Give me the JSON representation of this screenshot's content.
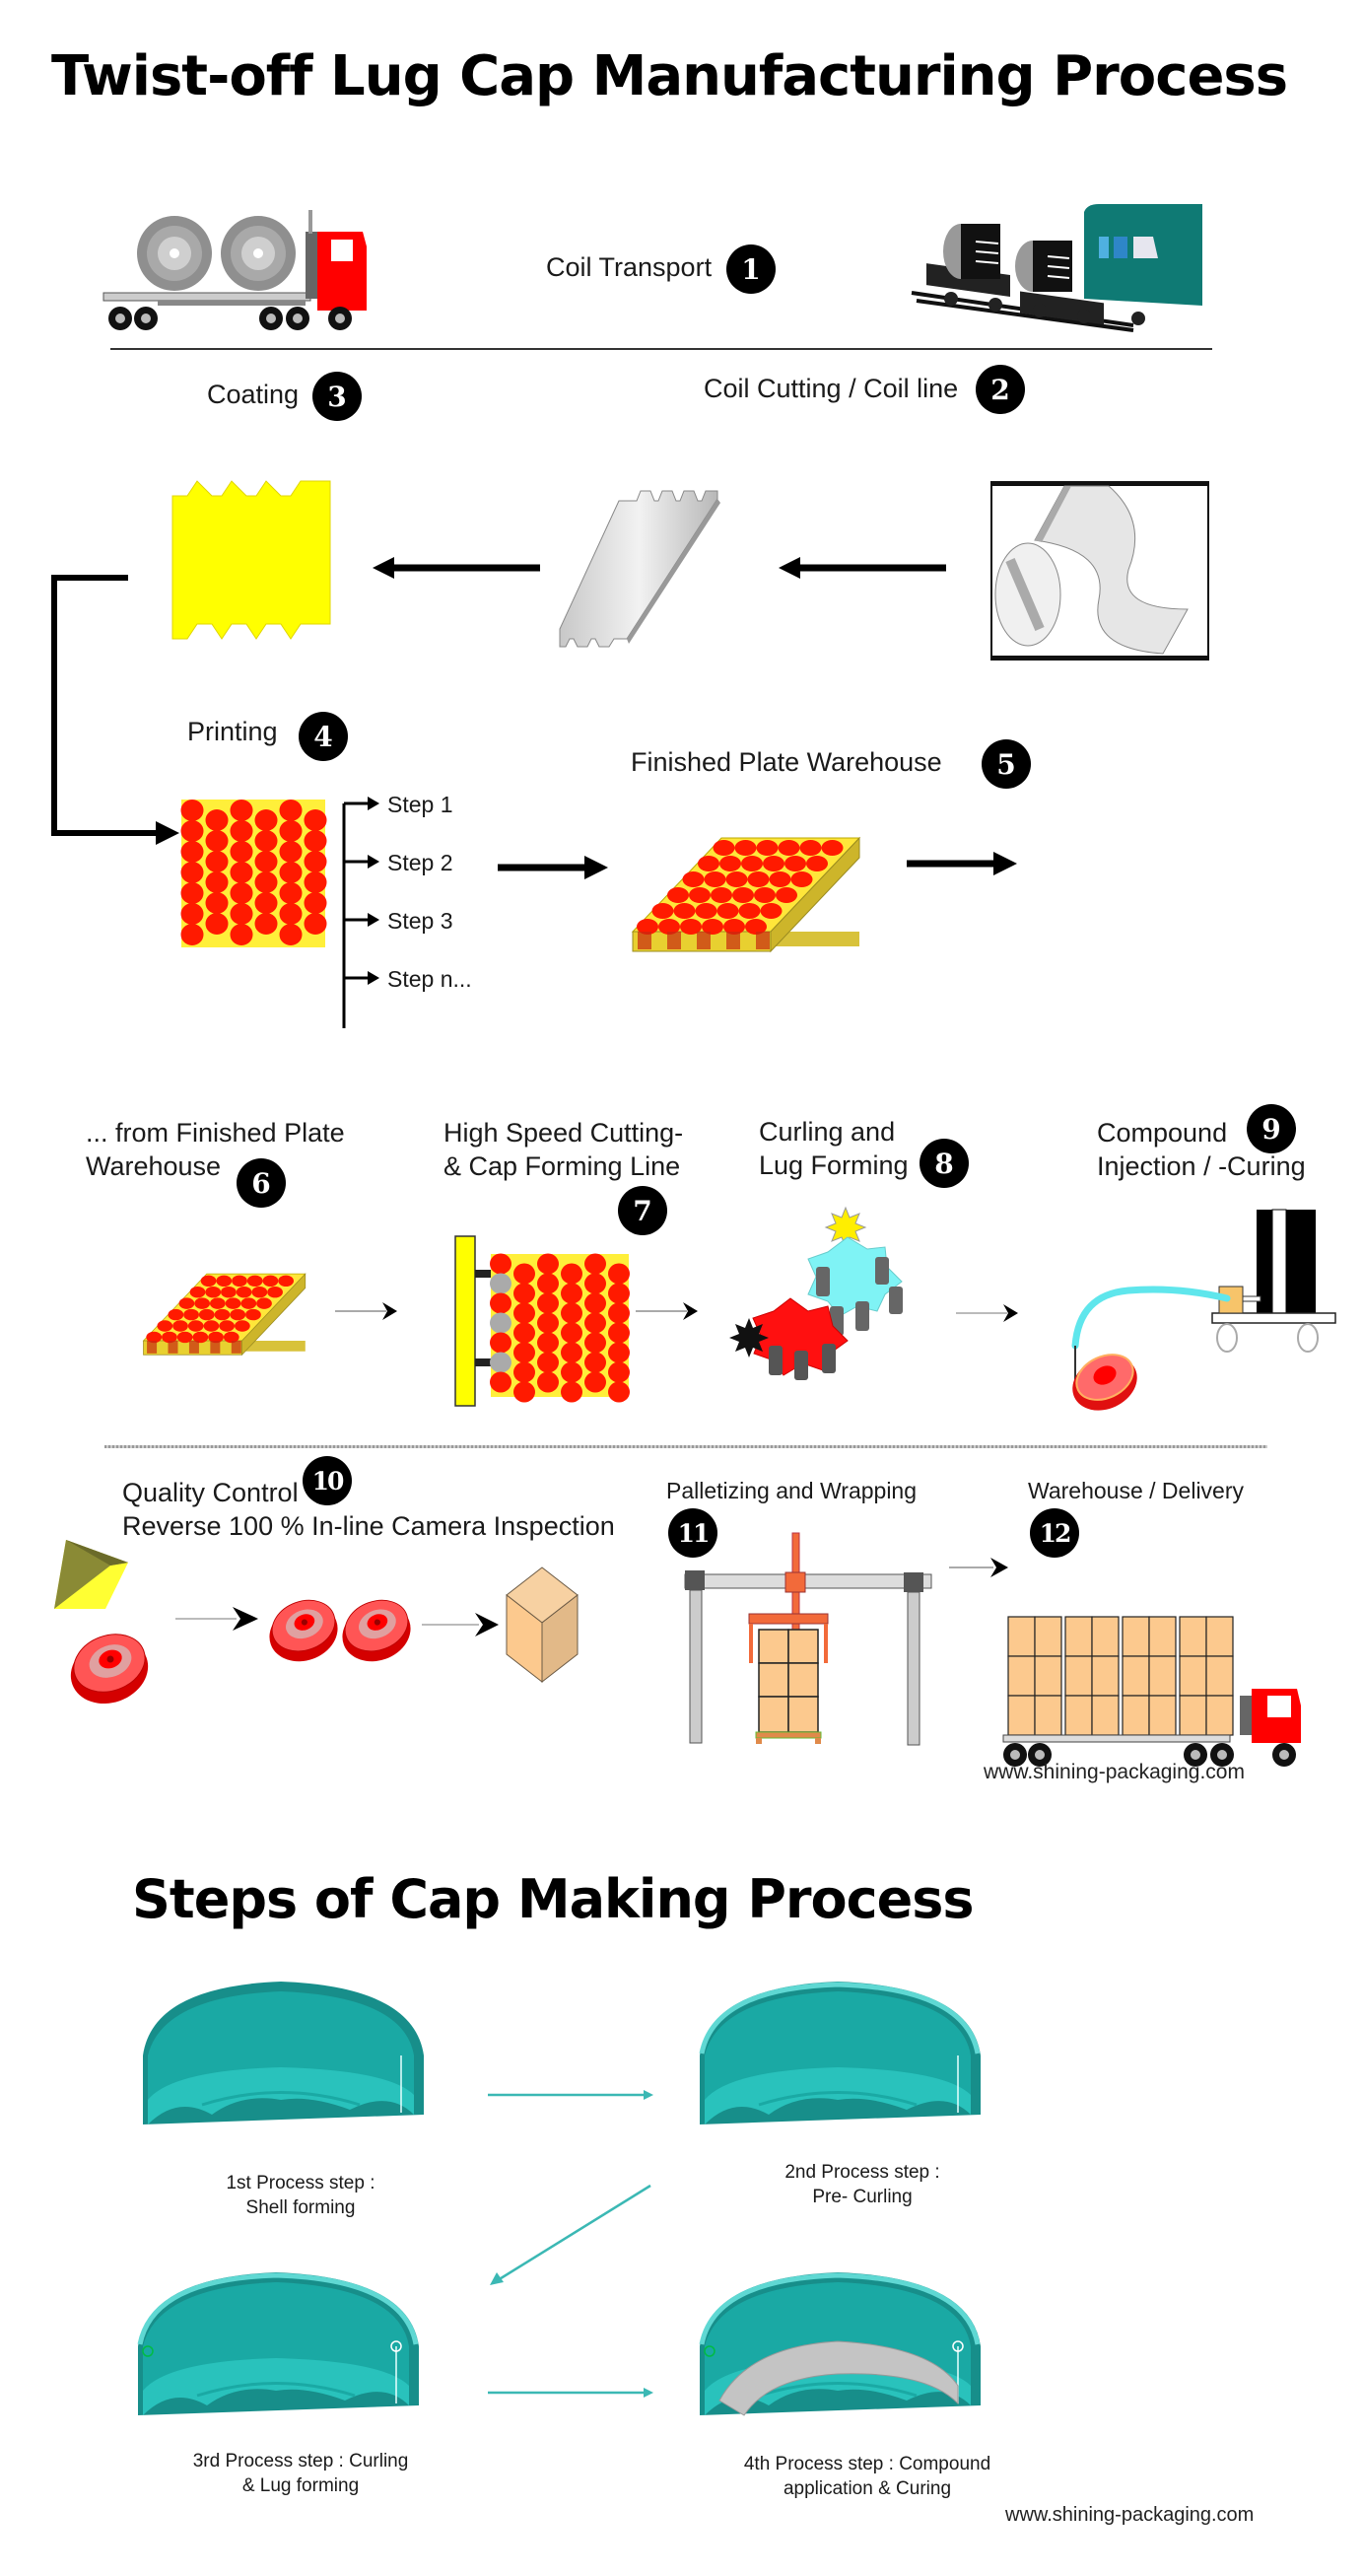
{
  "header": {
    "title": "Twist-off Lug Cap Manufacturing Process"
  },
  "process_steps": [
    {
      "number": "1",
      "label": "Coil Transport"
    },
    {
      "number": "2",
      "label": "Coil Cutting / Coil line"
    },
    {
      "number": "3",
      "label": "Coating"
    },
    {
      "number": "4",
      "label": "Printing"
    },
    {
      "number": "5",
      "label": "Finished Plate Warehouse"
    },
    {
      "number": "6",
      "label_line1": "... from Finished Plate",
      "label_line2": "Warehouse"
    },
    {
      "number": "7",
      "label_line1": "High Speed Cutting-",
      "label_line2": "& Cap Forming Line"
    },
    {
      "number": "8",
      "label_line1": "Curling and",
      "label_line2": "Lug Forming"
    },
    {
      "number": "9",
      "label_line1": "Compound",
      "label_line2": "Injection / -Curing"
    },
    {
      "number": "10",
      "label_line1": "Quality Control",
      "label_line2": "Reverse 100 % In-line Camera Inspection"
    },
    {
      "number": "11",
      "label": "Palletizing and Wrapping"
    },
    {
      "number": "12",
      "label": "Warehouse / Delivery"
    }
  ],
  "printing_substeps": [
    "Step 1",
    "Step 2",
    "Step 3",
    "Step n..."
  ],
  "website_top": "www.shining-packaging.com",
  "cap_section": {
    "title": "Steps of Cap Making Process",
    "steps": [
      {
        "line1": "1st Process step :",
        "line2": "Shell forming"
      },
      {
        "line1": "2nd Process step :",
        "line2": "Pre- Curling"
      },
      {
        "line1": "3rd Process step : Curling",
        "line2": "& Lug forming"
      },
      {
        "line1": "4th Process step : Compound",
        "line2": "application & Curing"
      }
    ],
    "website": "www.shining-packaging.com"
  },
  "colors": {
    "badge": "#000000",
    "truck_red": "#ff0000",
    "coating_yellow": "#ffff00",
    "print_dot_red": "#ff1a00",
    "cap_teal": "#1aa9a4",
    "box_tan": "#fcc98e",
    "gantry_orange": "#f26a3a",
    "compound_cyan": "#5fe6ec"
  }
}
